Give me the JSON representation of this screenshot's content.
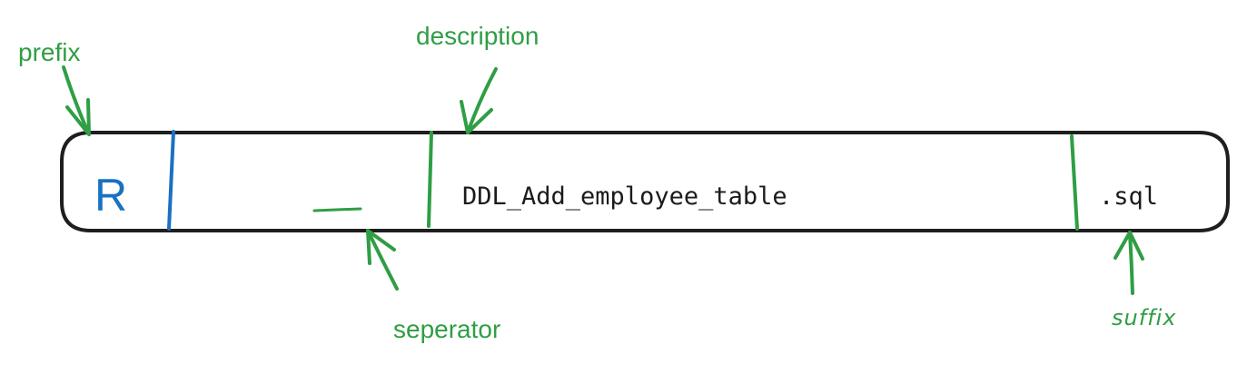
{
  "colors": {
    "annotation": "#2f9e44",
    "prefix_accent": "#1971c2",
    "outline": "#1e1e1e"
  },
  "segments": {
    "prefix": "R",
    "description": "DDL_Add_employee_table",
    "suffix": ".sql"
  },
  "labels": {
    "prefix": "prefix",
    "description": "description",
    "separator": "seperator",
    "suffix": "suffix"
  }
}
